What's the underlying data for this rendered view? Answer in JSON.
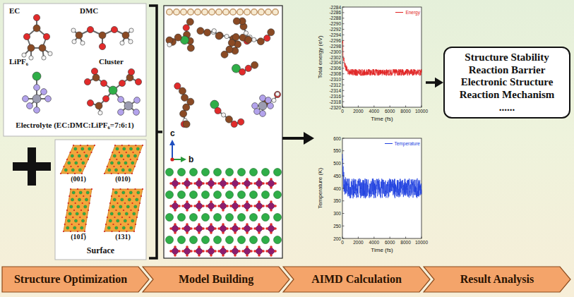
{
  "diagram": {
    "nodes": [
      {
        "text": [
          "EC",
          "DMC",
          "LiPF₆",
          "Cluster",
          "Electrolyte (EC:DMC:LiPF₆=7:6:1)"
        ]
      },
      {
        "text": [
          "(001)",
          "(010)",
          "(101̅)",
          "(131)",
          "Surface"
        ]
      },
      {
        "text": [
          "c",
          "b"
        ]
      },
      {
        "text": [
          "Total energy (eV)",
          "Time (fs)"
        ]
      },
      {
        "text": [
          "Temperature (K)",
          "Time (fs)"
        ]
      },
      {
        "text": [
          "Structure Stability",
          "Reaction Barrier",
          "Electronic Structure",
          "Reaction Mechanism",
          "......"
        ]
      },
      {
        "text": [
          "Structure Optimization"
        ]
      },
      {
        "text": [
          "Model Building"
        ]
      },
      {
        "text": [
          "AIMD Calculation"
        ]
      },
      {
        "text": [
          "Result Analysis"
        ]
      }
    ],
    "edges": [
      {
        "from": 2,
        "to": 4,
        "arrow": "to"
      },
      {
        "from": 3,
        "to": 5,
        "arrow": "to"
      }
    ],
    "labels": [
      "-2284",
      "-2286",
      "-2288",
      "-2290",
      "-2292",
      "-2294",
      "-2296",
      "-2298",
      "-2300",
      "-2302",
      "-2304",
      "-2306",
      "-2308",
      "-2310",
      "-2312",
      "-2314",
      "-2316",
      "-2318",
      "-2320",
      "0",
      "2000",
      "4000",
      "6000",
      "8000",
      "10000",
      "600",
      "550",
      "500",
      "450",
      "400",
      "350",
      "300",
      "250",
      "200",
      "0",
      "2000",
      "4000",
      "6000",
      "8000",
      "10000"
    ],
    "legend": [
      {
        "text": "Energy"
      },
      {
        "text": "Temperature"
      }
    ]
  }
}
